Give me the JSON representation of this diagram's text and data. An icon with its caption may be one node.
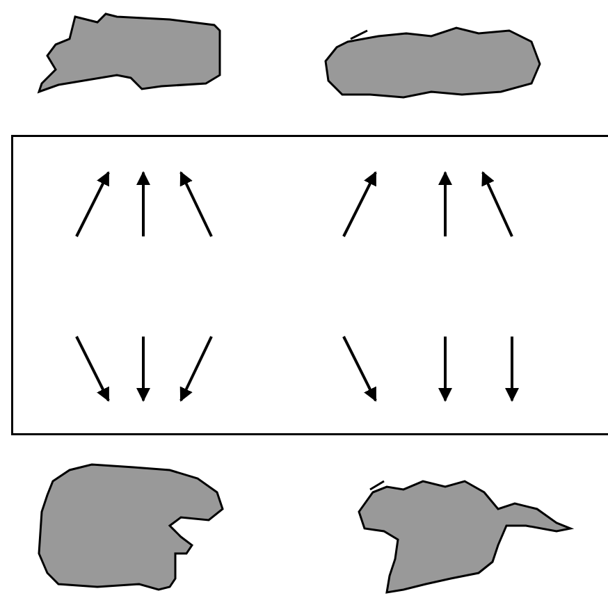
{
  "diagram": {
    "nodes": [
      {
        "text": [],
        "shape": "blob"
      },
      {
        "text": [],
        "shape": "blob"
      },
      {
        "text": [],
        "shape": "box"
      },
      {
        "text": [],
        "shape": "blob"
      },
      {
        "text": [],
        "shape": "blob"
      }
    ]
  }
}
